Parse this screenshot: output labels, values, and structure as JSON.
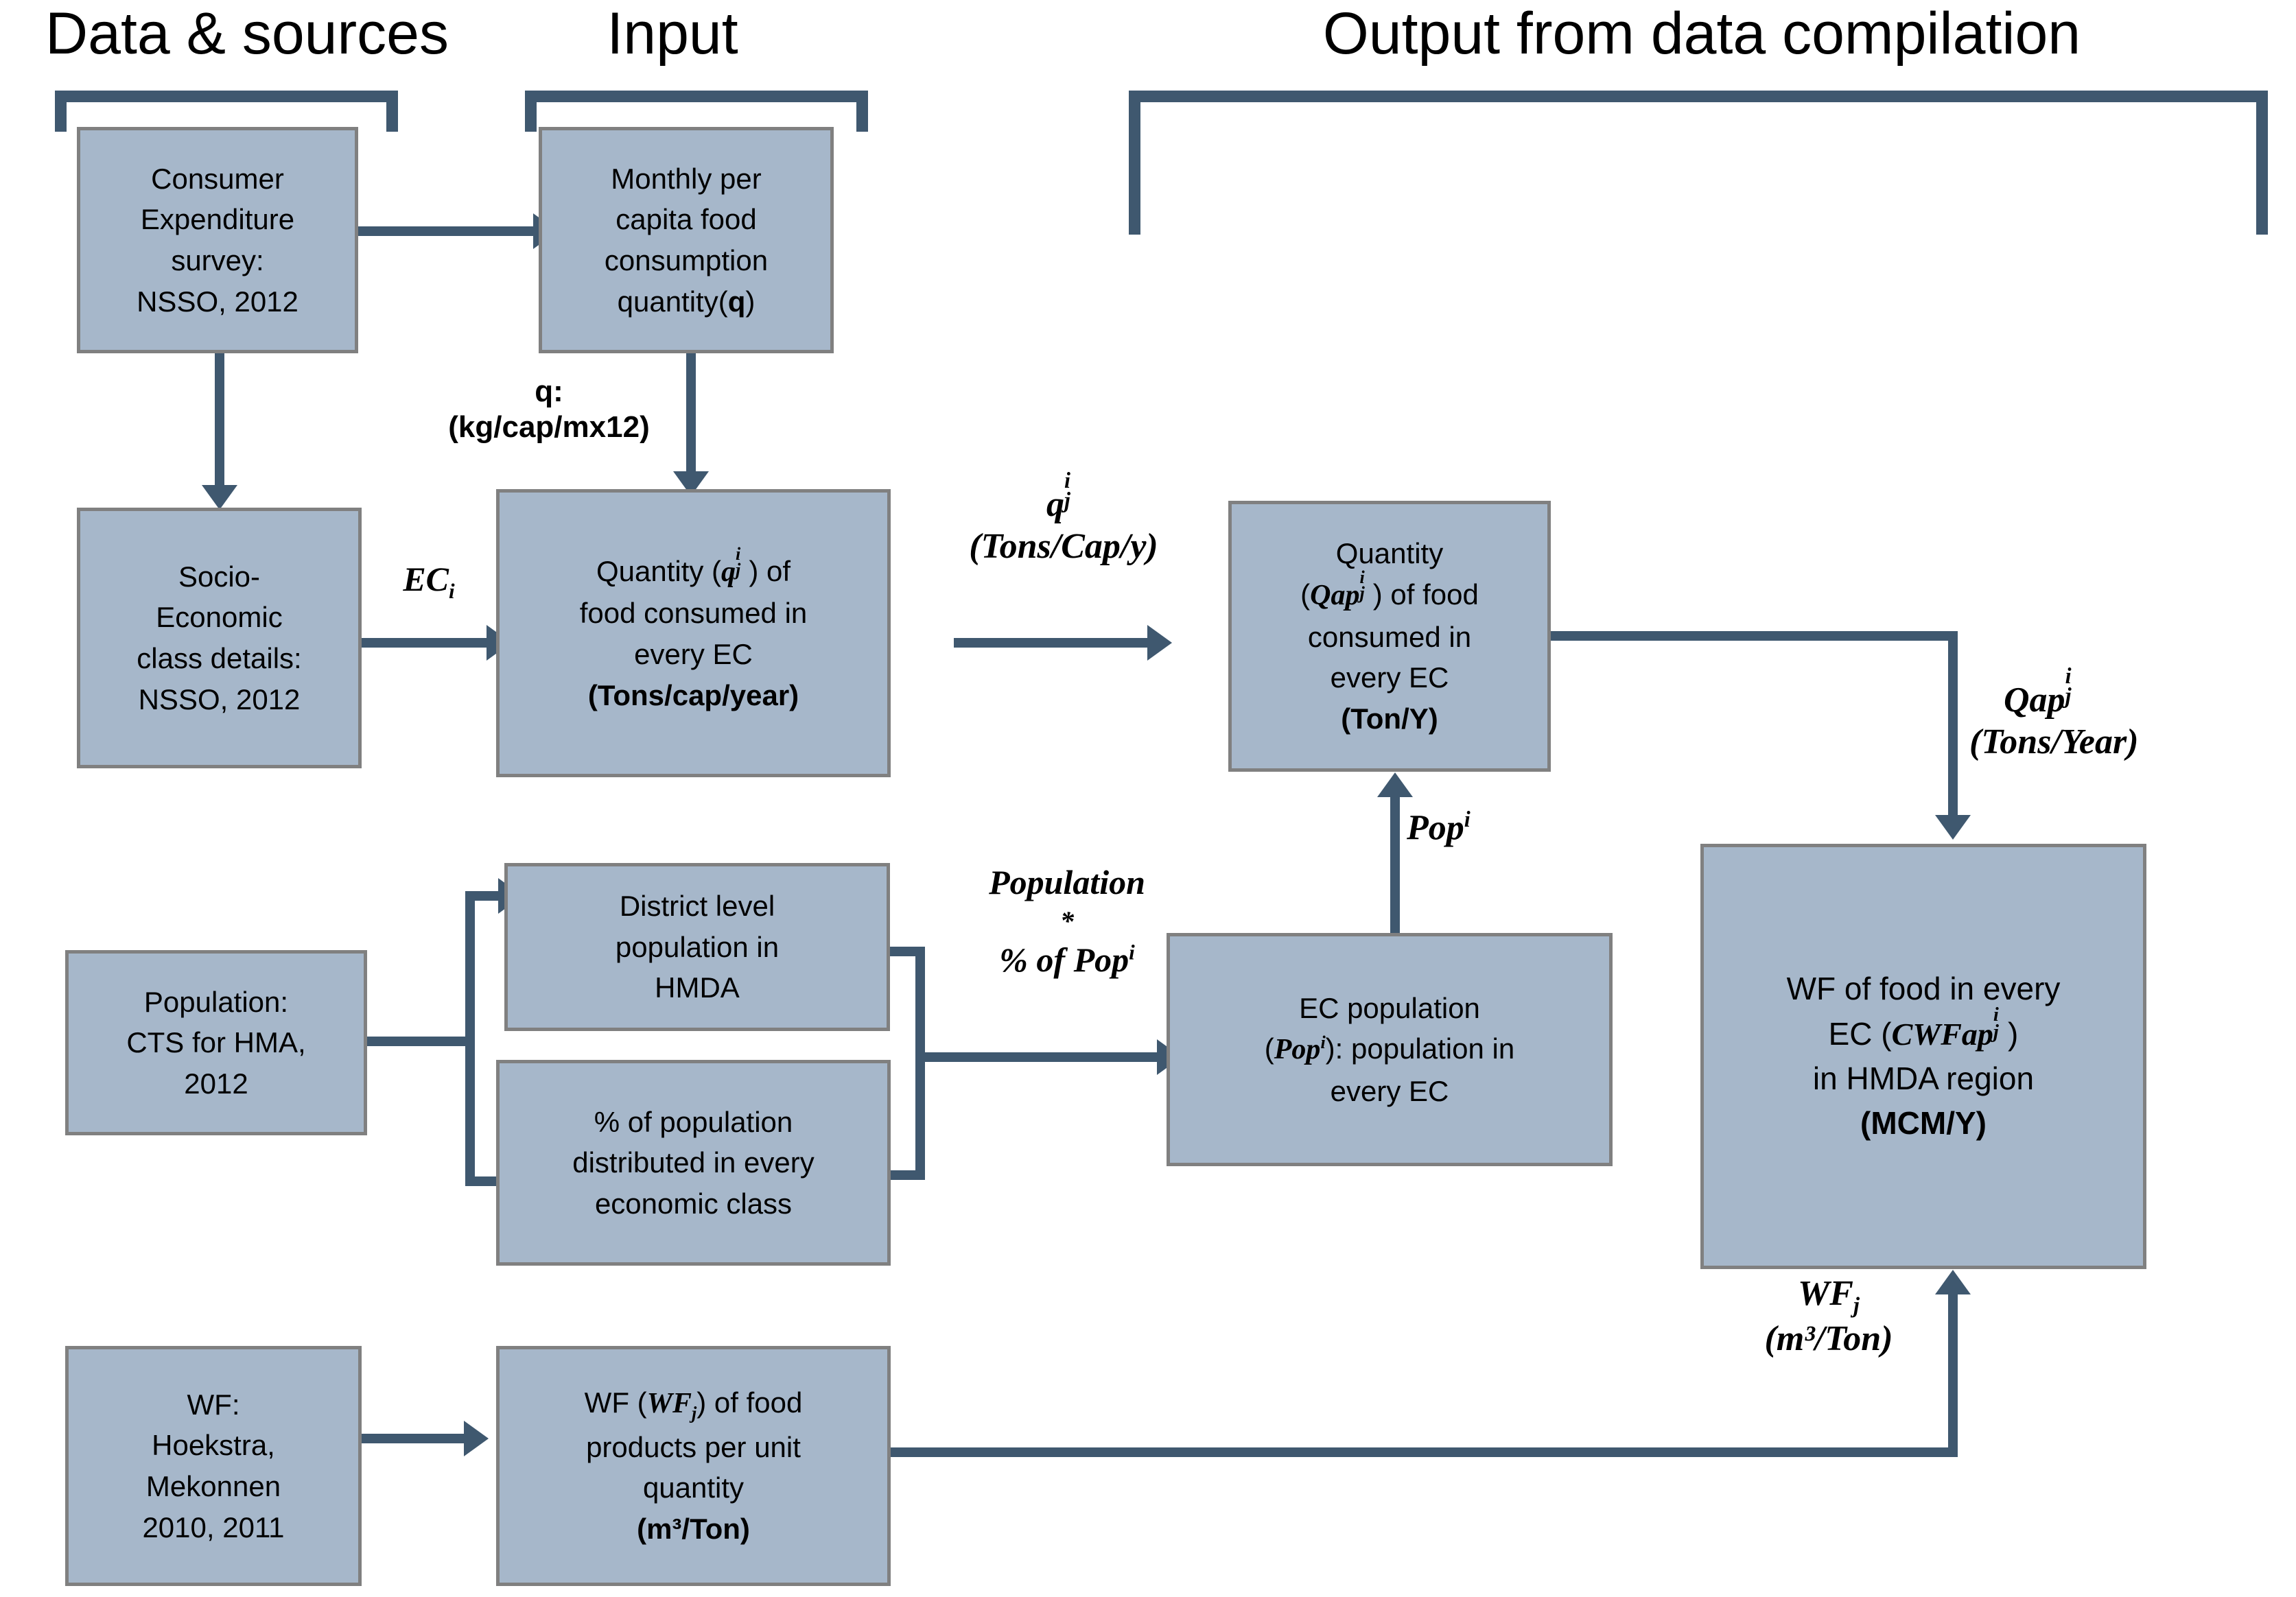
{
  "diagram": {
    "type": "flowchart",
    "title": "Water footprint of food data compilation flowchart",
    "accent_color": "#3f586f",
    "box_fill": "#a6b7ca",
    "box_border": "#808080",
    "headers": [
      {
        "id": "data-sources",
        "label": "Data & sources"
      },
      {
        "id": "input",
        "label": "Input"
      },
      {
        "id": "output",
        "label": "Output from data compilation"
      }
    ],
    "boxes": {
      "consumer_expenditure": {
        "lines": [
          "Consumer",
          "Expenditure",
          "survey:",
          "NSSO, 2012"
        ]
      },
      "socio_economic": {
        "lines": [
          "Socio-",
          "Economic",
          "class details:",
          "NSSO, 2012"
        ]
      },
      "monthly_per_capita": {
        "lines": [
          "Monthly per",
          "capita food",
          "consumption",
          "quantity(q)"
        ],
        "bold_symbol": "q"
      },
      "quantity_q": {
        "line1_pre": "Quantity (",
        "line1_sym": "q",
        "line1_sup": "i",
        "line1_sub": "j",
        "line1_post": ") of",
        "line2": "food consumed in",
        "line3": "every EC",
        "line4": "(Tons/cap/year)"
      },
      "quantity_qap": {
        "line1": "Quantity",
        "line2_pre": "(",
        "line2_sym": "Qap",
        "line2_sup": "i",
        "line2_sub": "j",
        "line2_post": ") of food",
        "line3": "consumed in",
        "line4": "every EC",
        "line5": "(Ton/Y)"
      },
      "population_source": {
        "lines": [
          "Population:",
          "CTS for HMA,",
          "2012"
        ]
      },
      "district_population": {
        "lines": [
          "District level",
          "population in",
          "HMDA"
        ]
      },
      "percent_population": {
        "lines": [
          "% of population",
          "distributed in every",
          "economic class"
        ]
      },
      "ec_population": {
        "line1": "EC population",
        "line2_pre": "(",
        "line2_sym": "Pop",
        "line2_sup": "i",
        "line2_post": "): population in",
        "line3": "every EC"
      },
      "wf_source": {
        "lines": [
          "WF:",
          "Hoekstra,",
          "Mekonnen",
          "2010, 2011"
        ]
      },
      "wf_products": {
        "line1_pre": "WF (",
        "line1_sym": "WF",
        "line1_sub": "j",
        "line1_post": ") of food",
        "line2": "products per unit",
        "line3": "quantity",
        "line4": "(m³/Ton)"
      },
      "wf_result": {
        "line1": "WF of food in every",
        "line2_pre": "EC (",
        "line2_sym": "CWFap",
        "line2_sup": "i",
        "line2_sub": "j",
        "line2_post": ")",
        "line3": "in HMDA region",
        "line4": "(MCM/Y)"
      }
    },
    "edge_labels": {
      "q_units": {
        "line1": "q:",
        "line2": "(kg/cap/mx12)"
      },
      "ec_i": {
        "sym": "EC",
        "sub": "i"
      },
      "qij_tons_cap_y": {
        "sym": "q",
        "sup": "i",
        "sub": "j",
        "units": "(Tons/Cap/y)"
      },
      "qap_tons_year": {
        "sym": "Qap",
        "sup": "i",
        "sub": "j",
        "units": "(Tons/Year)"
      },
      "population_times_pct": {
        "line1": "Population",
        "line2": "*",
        "line3_pre": "% of Pop",
        "line3_sup": "i"
      },
      "pop_i": {
        "sym": "Pop",
        "sup": "i"
      },
      "wf_j_units": {
        "sym": "WF",
        "sub": "j",
        "units": "(m³/Ton)"
      }
    }
  }
}
